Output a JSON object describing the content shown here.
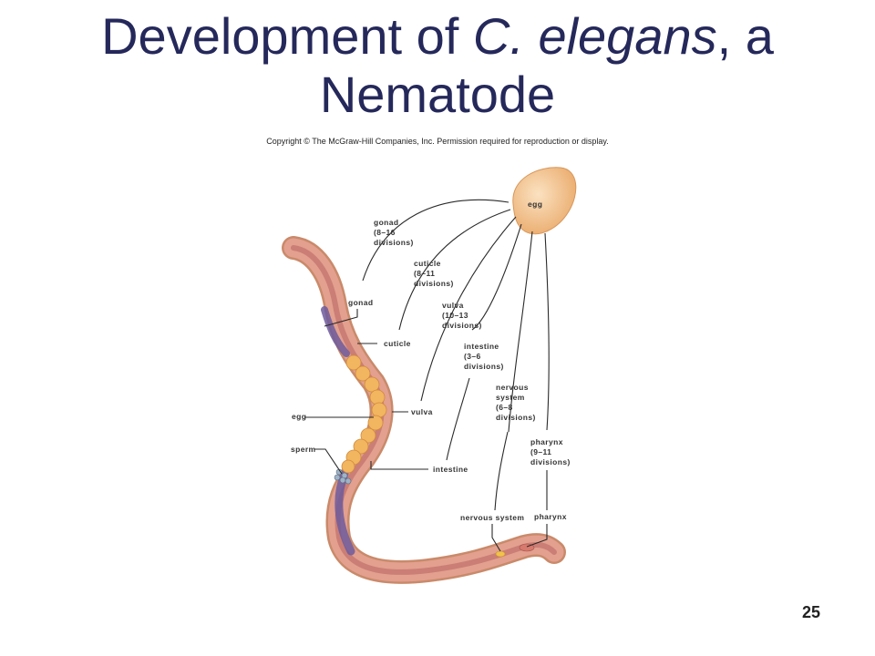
{
  "slide": {
    "title_part1": "Development of ",
    "title_italic": "C. elegans",
    "title_part2": ", a Nematode",
    "copyright": "Copyright © The McGraw-Hill Companies, Inc. Permission required for reproduction or display.",
    "page_number": "25"
  },
  "diagram": {
    "egg_label": "egg",
    "lineages": [
      {
        "lines": [
          "gonad",
          "(8–16",
          "divisions)"
        ]
      },
      {
        "lines": [
          "cuticle",
          "(8–11",
          "divisions)"
        ]
      },
      {
        "lines": [
          "vulva",
          "(10–13",
          "divisions)"
        ]
      },
      {
        "lines": [
          "intestine",
          "(3–6",
          "divisions)"
        ]
      },
      {
        "lines": [
          "nervous",
          "system",
          "(6–8",
          "divisions)"
        ]
      },
      {
        "lines": [
          "pharynx",
          "(9–11",
          "divisions)"
        ]
      }
    ],
    "parts": {
      "gonad": "gonad",
      "cuticle": "cuticle",
      "egg": "egg",
      "sperm": "sperm",
      "vulva": "vulva",
      "intestine": "intestine",
      "nervous_system": "nervous system",
      "pharynx": "pharynx"
    },
    "colors": {
      "egg_fill": "#f3c48f",
      "worm_body": "#d98a7c",
      "worm_inner": "#c06f69",
      "gonad": "#6d5a9c",
      "eggs_in_worm": "#f2b560"
    }
  }
}
